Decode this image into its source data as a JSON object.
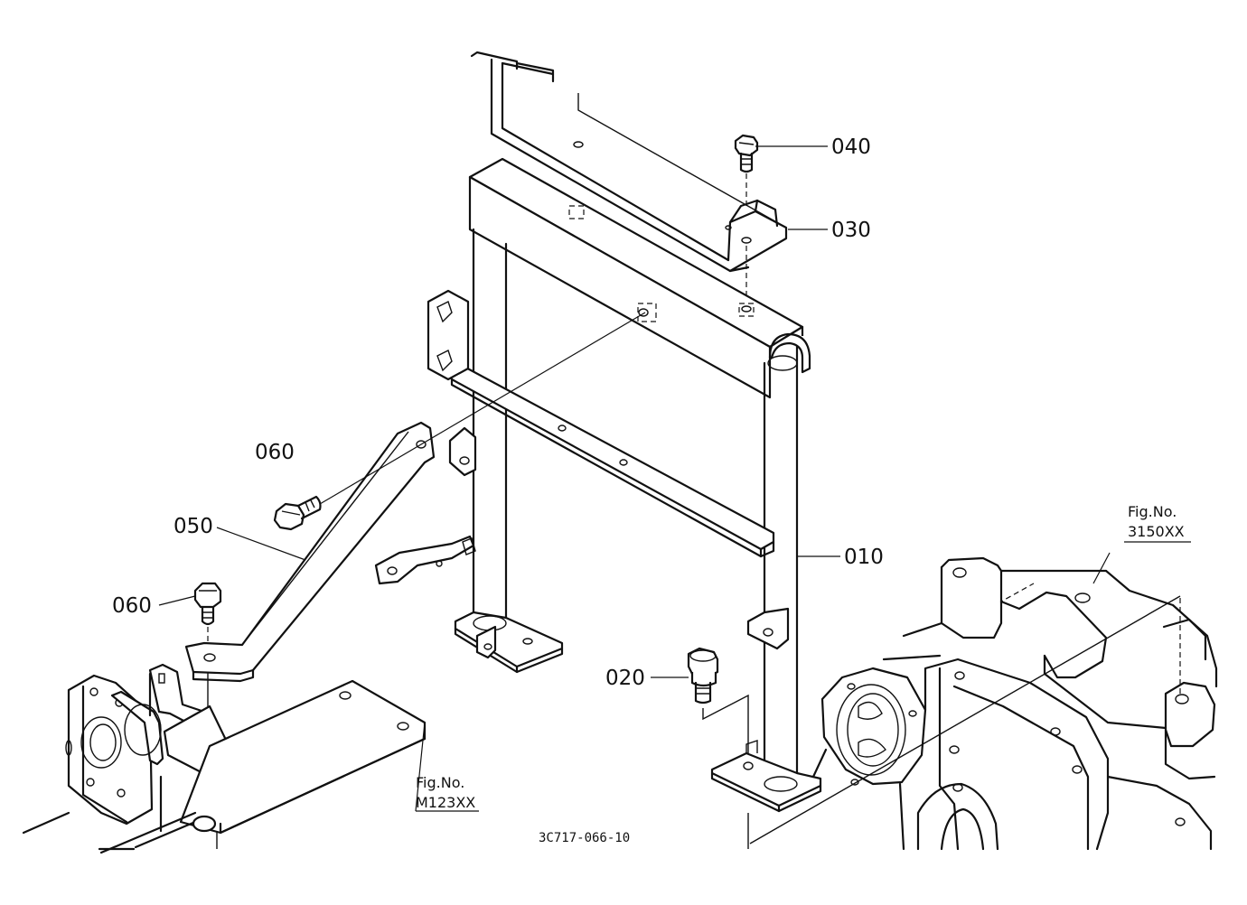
{
  "parts": [
    {
      "id": "010",
      "name": "part-010"
    },
    {
      "id": "020",
      "name": "part-020"
    },
    {
      "id": "030",
      "name": "part-030"
    },
    {
      "id": "040",
      "name": "part-040"
    },
    {
      "id": "050",
      "name": "part-050"
    },
    {
      "id": "060",
      "name": "part-060-upper"
    },
    {
      "id": "060",
      "name": "part-060-lower"
    }
  ],
  "refs": {
    "right": {
      "line1": "Fig.No.",
      "line2": "3150XX"
    },
    "left": {
      "line1": "Fig.No.",
      "line2": "M123XX"
    }
  },
  "drawing_code": "3C717-066-10"
}
